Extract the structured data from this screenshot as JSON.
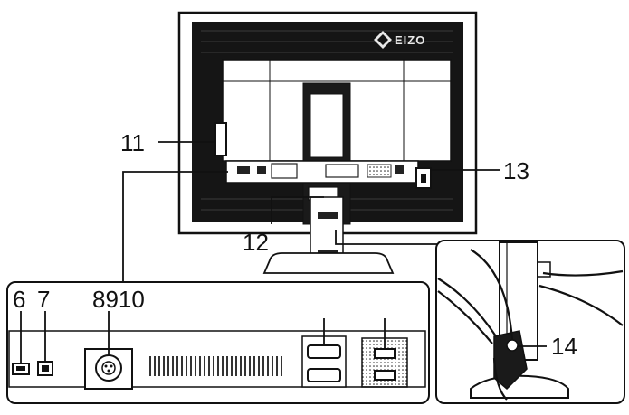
{
  "brand": {
    "logo_text": "EIZO"
  },
  "callouts": {
    "c6": "6",
    "c7": "7",
    "c8910": "8910",
    "c11": "11",
    "c12": "12",
    "c13": "13",
    "c14": "14"
  },
  "colors": {
    "line": "#111111",
    "panel_fill": "#ffffff",
    "screen_fill": "#141414",
    "accent_gray": "#9a9a9a"
  }
}
